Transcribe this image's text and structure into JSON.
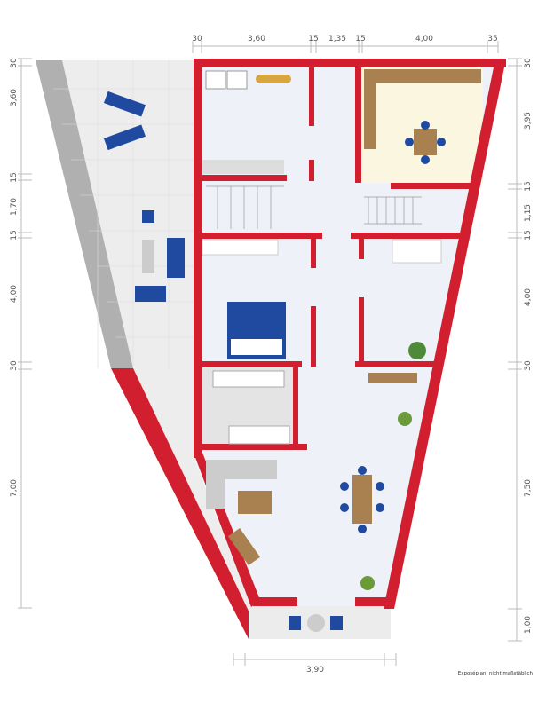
{
  "dimensions": {
    "top": [
      "30",
      "3,60",
      "15",
      "1,35",
      "15",
      "4,00",
      "35"
    ],
    "left": [
      "30",
      "3,60",
      "15",
      "1,70",
      "15",
      "4,00",
      "30",
      "7,00"
    ],
    "right": [
      "30",
      "3,95",
      "15",
      "1,15",
      "15",
      "4,00",
      "30",
      "7,50",
      "1,00"
    ],
    "bottom": [
      "3,90"
    ]
  },
  "note": "Exposéplan, nicht maßstäblich",
  "colors": {
    "wall": "#d21f2f",
    "floor": "#eef1f7",
    "terrace": "#ececec",
    "furniture": "#1f4aa0",
    "wood": "#8b5a2b"
  }
}
